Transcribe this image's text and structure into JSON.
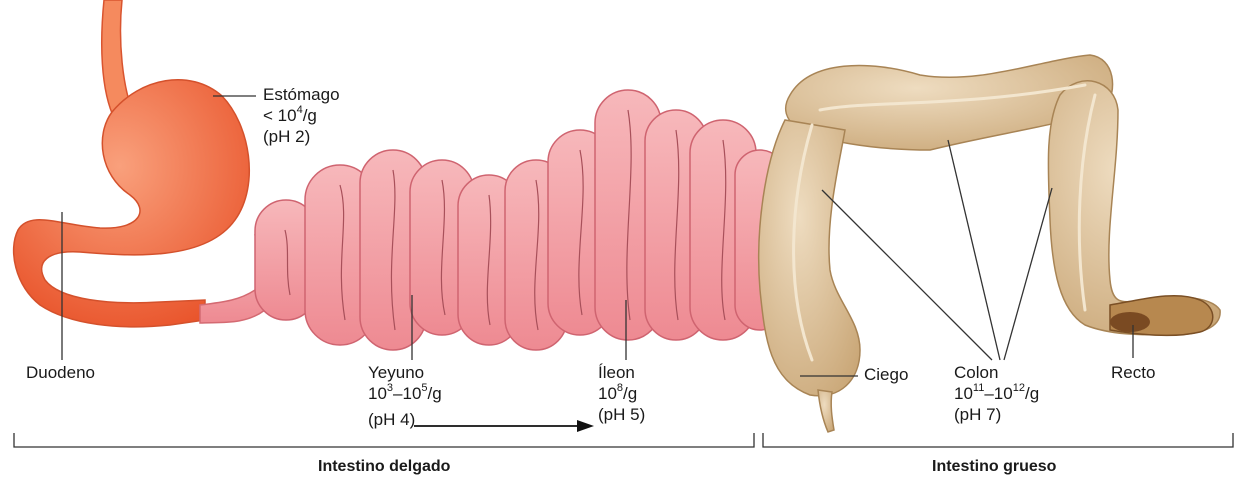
{
  "colors": {
    "stomach": "#f26a40",
    "small_intestine": "#f4a6a9",
    "large_intestine": "#d8bc93",
    "rectum": "#8a5a30",
    "line": "#333333"
  },
  "labels": {
    "estomago": {
      "name": "Estómago",
      "count_prefix": "< 10",
      "count_exp": "4",
      "count_unit": "/g",
      "ph": "(pH 2)"
    },
    "duodeno": {
      "name": "Duodeno"
    },
    "yeyuno": {
      "name": "Yeyuno",
      "c1_base": "10",
      "c1_exp": "3",
      "c_dash": "–10",
      "c2_exp": "5",
      "c_unit": "/g",
      "ph": "(pH 4)"
    },
    "ileon": {
      "name": "Íleon",
      "c_base": "10",
      "c_exp": "8",
      "c_unit": "/g",
      "ph": "(pH 5)"
    },
    "ciego": {
      "name": "Ciego"
    },
    "colon": {
      "name": "Colon",
      "c1_base": "10",
      "c1_exp": "11",
      "c_dash": "–10",
      "c2_exp": "12",
      "c_unit": "/g",
      "ph": "(pH 7)"
    },
    "recto": {
      "name": "Recto"
    }
  },
  "sections": {
    "small": "Intestino delgado",
    "large": "Intestino grueso"
  }
}
